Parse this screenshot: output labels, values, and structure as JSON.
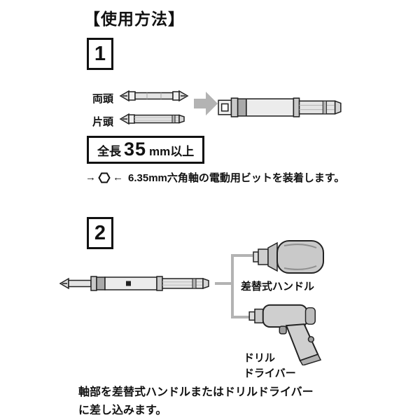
{
  "title": "【使用方法】",
  "step1": {
    "number": "1",
    "bits": {
      "double_label": "両頭",
      "single_label": "片頭"
    },
    "length_box": {
      "prefix": "全長",
      "value": "35",
      "suffix": "mm以上"
    },
    "note": {
      "arrow_right": "→",
      "arrow_left": "←",
      "text": "6.35mm六角軸の電動用ビットを装着します。"
    }
  },
  "step2": {
    "number": "2",
    "handle_label": "差替式ハンドル",
    "drill_label_line1": "ドリル",
    "drill_label_line2": "ドライバー",
    "instruction_line1": "軸部を差替式ハンドルまたはドリルドライバー",
    "instruction_line2": "に差し込みます。"
  }
}
